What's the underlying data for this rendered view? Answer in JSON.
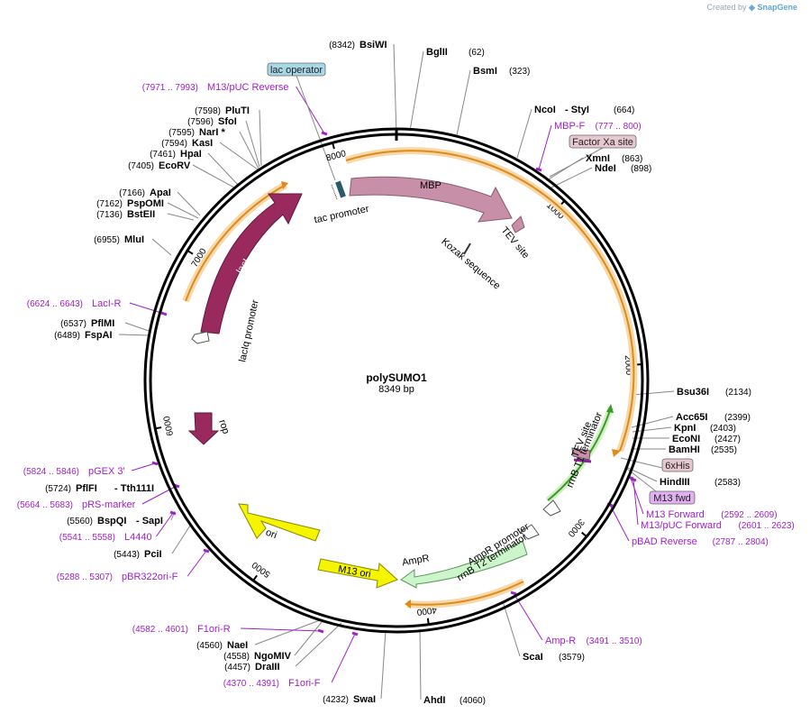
{
  "credit": {
    "prefix": "Created by",
    "brand": "SnapGene"
  },
  "plasmid": {
    "name": "polySUMO1",
    "length_label": "8349 bp",
    "length": 8349
  },
  "ticks": [
    {
      "pos": 1000,
      "label": "1000"
    },
    {
      "pos": 2000,
      "label": "2000"
    },
    {
      "pos": 3000,
      "label": "3000"
    },
    {
      "pos": 4000,
      "label": "4000"
    },
    {
      "pos": 5000,
      "label": "5000"
    },
    {
      "pos": 6000,
      "label": "6000"
    },
    {
      "pos": 7000,
      "label": "7000"
    },
    {
      "pos": 8000,
      "label": "8000"
    }
  ],
  "enzymes": [
    {
      "name": "BsiWI",
      "pos": "(8342)",
      "side": "left"
    },
    {
      "name": "BglII",
      "pos": "(62)",
      "side": "right"
    },
    {
      "name": "BsmI",
      "pos": "(323)",
      "side": "right"
    },
    {
      "name": "NcoI",
      "extra": "StyI",
      "pos": "(664)",
      "side": "right"
    },
    {
      "name": "XmnI",
      "pos": "(863)",
      "side": "right"
    },
    {
      "name": "NdeI",
      "pos": "(898)",
      "side": "right"
    },
    {
      "name": "Bsu36I",
      "pos": "(2134)",
      "side": "right"
    },
    {
      "name": "Acc65I",
      "pos": "(2399)",
      "side": "right"
    },
    {
      "name": "KpnI",
      "pos": "(2403)",
      "side": "right"
    },
    {
      "name": "EcoNI",
      "pos": "(2427)",
      "side": "right"
    },
    {
      "name": "BamHI",
      "pos": "(2535)",
      "side": "right"
    },
    {
      "name": "HindIII",
      "pos": "(2583)",
      "side": "right"
    },
    {
      "name": "ScaI",
      "pos": "(3579)",
      "side": "right"
    },
    {
      "name": "AhdI",
      "pos": "(4060)",
      "side": "right"
    },
    {
      "name": "SwaI",
      "pos": "(4232)",
      "side": "left"
    },
    {
      "name": "DraIII",
      "pos": "(4457)",
      "side": "left"
    },
    {
      "name": "NgoMIV",
      "pos": "(4558)",
      "side": "left"
    },
    {
      "name": "NaeI",
      "pos": "(4560)",
      "side": "left"
    },
    {
      "name": "PciI",
      "pos": "(5443)",
      "side": "left"
    },
    {
      "name": "BspQI",
      "extra": "SapI",
      "pos": "(5560)",
      "side": "left"
    },
    {
      "name": "PflFI",
      "extra": "Tth111I",
      "pos": "(5724)",
      "side": "left"
    },
    {
      "name": "FspAI",
      "pos": "(6489)",
      "side": "left"
    },
    {
      "name": "PflMI",
      "pos": "(6537)",
      "side": "left"
    },
    {
      "name": "MluI",
      "pos": "(6955)",
      "side": "left"
    },
    {
      "name": "BstEII",
      "pos": "(7136)",
      "side": "left"
    },
    {
      "name": "PspOMI",
      "pos": "(7162)",
      "side": "left"
    },
    {
      "name": "ApaI",
      "pos": "(7166)",
      "side": "left"
    },
    {
      "name": "EcoRV",
      "pos": "(7405)",
      "side": "left"
    },
    {
      "name": "HpaI",
      "pos": "(7461)",
      "side": "left"
    },
    {
      "name": "KasI",
      "pos": "(7594)",
      "side": "left"
    },
    {
      "name": "NarI *",
      "pos": "(7595)",
      "side": "left"
    },
    {
      "name": "SfoI",
      "pos": "(7596)",
      "side": "left"
    },
    {
      "name": "PluTI",
      "pos": "(7598)",
      "side": "left"
    }
  ],
  "primers": [
    {
      "name": "M13/pUC Reverse",
      "pos": "(7971 .. 7993)"
    },
    {
      "name": "MBP-F",
      "pos": "(777 .. 800)"
    },
    {
      "name": "LacI-R",
      "pos": "(6624 .. 6643)"
    },
    {
      "name": "pGEX 3'",
      "pos": "(5824 .. 5846)"
    },
    {
      "name": "pRS-marker",
      "pos": "(5664 .. 5683)"
    },
    {
      "name": "L4440",
      "pos": "(5541 .. 5558)"
    },
    {
      "name": "pBR322ori-F",
      "pos": "(5288 .. 5307)"
    },
    {
      "name": "F1ori-R",
      "pos": "(4582 .. 4601)"
    },
    {
      "name": "F1ori-F",
      "pos": "(4370 .. 4391)"
    },
    {
      "name": "Amp-R",
      "pos": "(3491 .. 3510)"
    },
    {
      "name": "M13 Forward",
      "pos": "(2592 .. 2609)"
    },
    {
      "name": "M13/pUC Forward",
      "pos": "(2601 .. 2623)"
    },
    {
      "name": "pBAD Reverse",
      "pos": "(2787 .. 2804)"
    }
  ],
  "boxed_labels": [
    {
      "text": "lac operator",
      "color": "#a8d8e8"
    },
    {
      "text": "Factor Xa site",
      "color": "#e8c8d0"
    },
    {
      "text": "6xHis",
      "color": "#e8c8d0"
    },
    {
      "text": "M13 fwd",
      "color": "#e0b0f0"
    }
  ],
  "features": [
    {
      "name": "MBP",
      "color": "#c890a8"
    },
    {
      "name": "lacI",
      "color": "#9a2a5e"
    },
    {
      "name": "rop",
      "color": "#9a2a5e"
    },
    {
      "name": "ori",
      "color": "#f5f500"
    },
    {
      "name": "M13 ori",
      "color": "#f5f500"
    },
    {
      "name": "AmpR",
      "color": "#ccf5cc"
    },
    {
      "name": "tac promoter",
      "color": "#ffffff"
    },
    {
      "name": "lacIq promoter",
      "color": "#ffffff"
    },
    {
      "name": "AmpR promoter",
      "color": "#ffffff"
    },
    {
      "name": "TEV site",
      "color": "#c890a8"
    },
    {
      "name": "Kozak sequence",
      "color": "#ffffff"
    },
    {
      "name": "rrnB T1 terminator",
      "color": "#ffffff"
    },
    {
      "name": "TEV site",
      "color": "#c890a8"
    },
    {
      "name": "rrnB T2 terminator",
      "color": "#ffffff"
    }
  ]
}
